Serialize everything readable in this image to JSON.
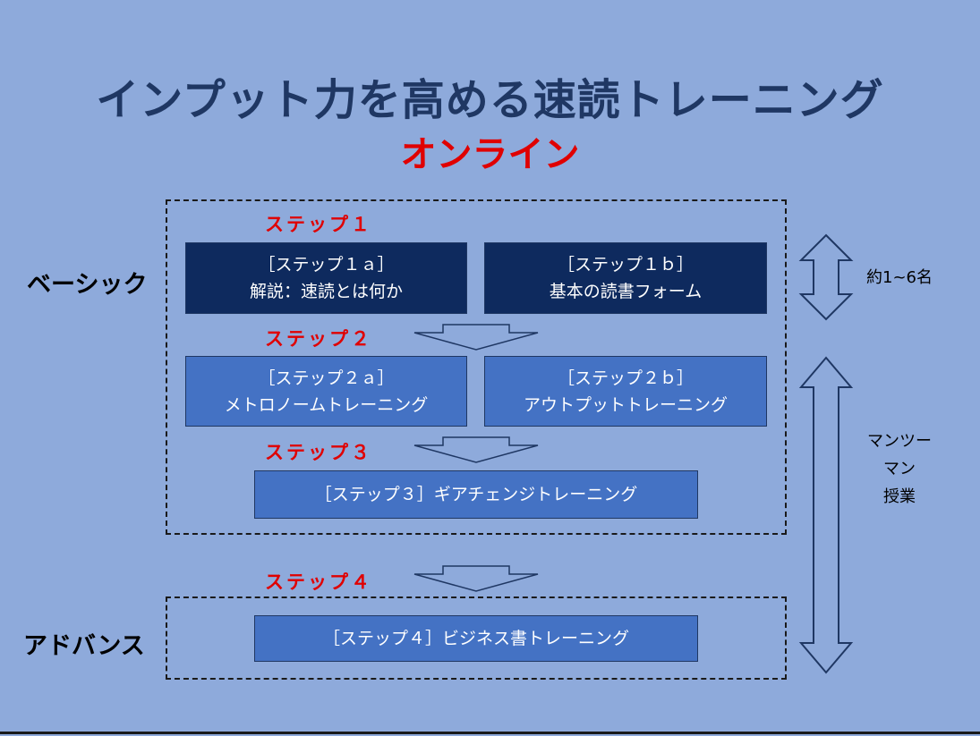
{
  "title": "インプット力を高める速読トレーニング",
  "subtitle": "オンライン",
  "sections": {
    "basic_label": "ベーシック",
    "advanced_label": "アドバンス"
  },
  "steps": {
    "step1_label": "ステップ１",
    "step2_label": "ステップ２",
    "step3_label": "ステップ３",
    "step4_label": "ステップ４"
  },
  "boxes": {
    "step1a": {
      "line1": "［ステップ１ａ］",
      "line2": "解説：速読とは何か"
    },
    "step1b": {
      "line1": "［ステップ１ｂ］",
      "line2": "基本の読書フォーム"
    },
    "step2a": {
      "line1": "［ステップ２ａ］",
      "line2": "メトロノームトレーニング"
    },
    "step2b": {
      "line1": "［ステップ２ｂ］",
      "line2": "アウトプットトレーニング"
    },
    "step3": {
      "line1": "［ステップ３］ギアチェンジトレーニング"
    },
    "step4": {
      "line1": "［ステップ４］ビジネス書トレーニング"
    }
  },
  "notes": {
    "group_size": "約1~6名",
    "one_to_one_line1": "マンツー",
    "one_to_one_line2": "マン",
    "one_to_one_line3": "授業"
  },
  "colors": {
    "background": "#8eaadb",
    "title": "#1f3763",
    "accent_red": "#e00000",
    "dark_box": "#0e2a5e",
    "mid_box": "#4472c4"
  }
}
